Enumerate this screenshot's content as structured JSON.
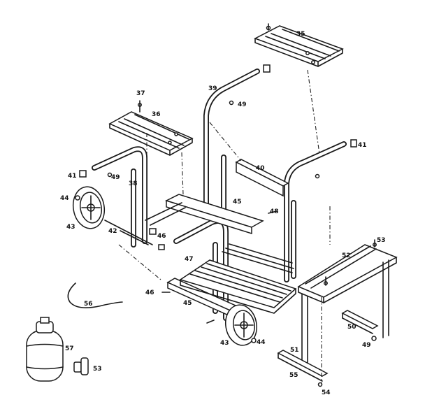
{
  "diagram": {
    "callouts": [
      {
        "id": "c35a",
        "text": "35"
      },
      {
        "id": "c36",
        "text": "36"
      },
      {
        "id": "c37",
        "text": "37"
      },
      {
        "id": "c38",
        "text": "38"
      },
      {
        "id": "c39",
        "text": "39"
      },
      {
        "id": "c40",
        "text": "40"
      },
      {
        "id": "c41a",
        "text": "41"
      },
      {
        "id": "c41b",
        "text": "41"
      },
      {
        "id": "c42",
        "text": "42"
      },
      {
        "id": "c43a",
        "text": "43"
      },
      {
        "id": "c43b",
        "text": "43"
      },
      {
        "id": "c44a",
        "text": "44"
      },
      {
        "id": "c44b",
        "text": "44"
      },
      {
        "id": "c45a",
        "text": "45"
      },
      {
        "id": "c45b",
        "text": "45"
      },
      {
        "id": "c46a",
        "text": "46"
      },
      {
        "id": "c46b",
        "text": "46"
      },
      {
        "id": "c47",
        "text": "47"
      },
      {
        "id": "c48",
        "text": "48"
      },
      {
        "id": "c49a",
        "text": "49"
      },
      {
        "id": "c49b",
        "text": "49"
      },
      {
        "id": "c49c",
        "text": "49"
      },
      {
        "id": "c50",
        "text": "50"
      },
      {
        "id": "c51",
        "text": "51"
      },
      {
        "id": "c52",
        "text": "52"
      },
      {
        "id": "c53a",
        "text": "53"
      },
      {
        "id": "c53b",
        "text": "53"
      },
      {
        "id": "c54",
        "text": "54"
      },
      {
        "id": "c55",
        "text": "55"
      },
      {
        "id": "c56",
        "text": "56"
      },
      {
        "id": "c57",
        "text": "57"
      }
    ]
  }
}
